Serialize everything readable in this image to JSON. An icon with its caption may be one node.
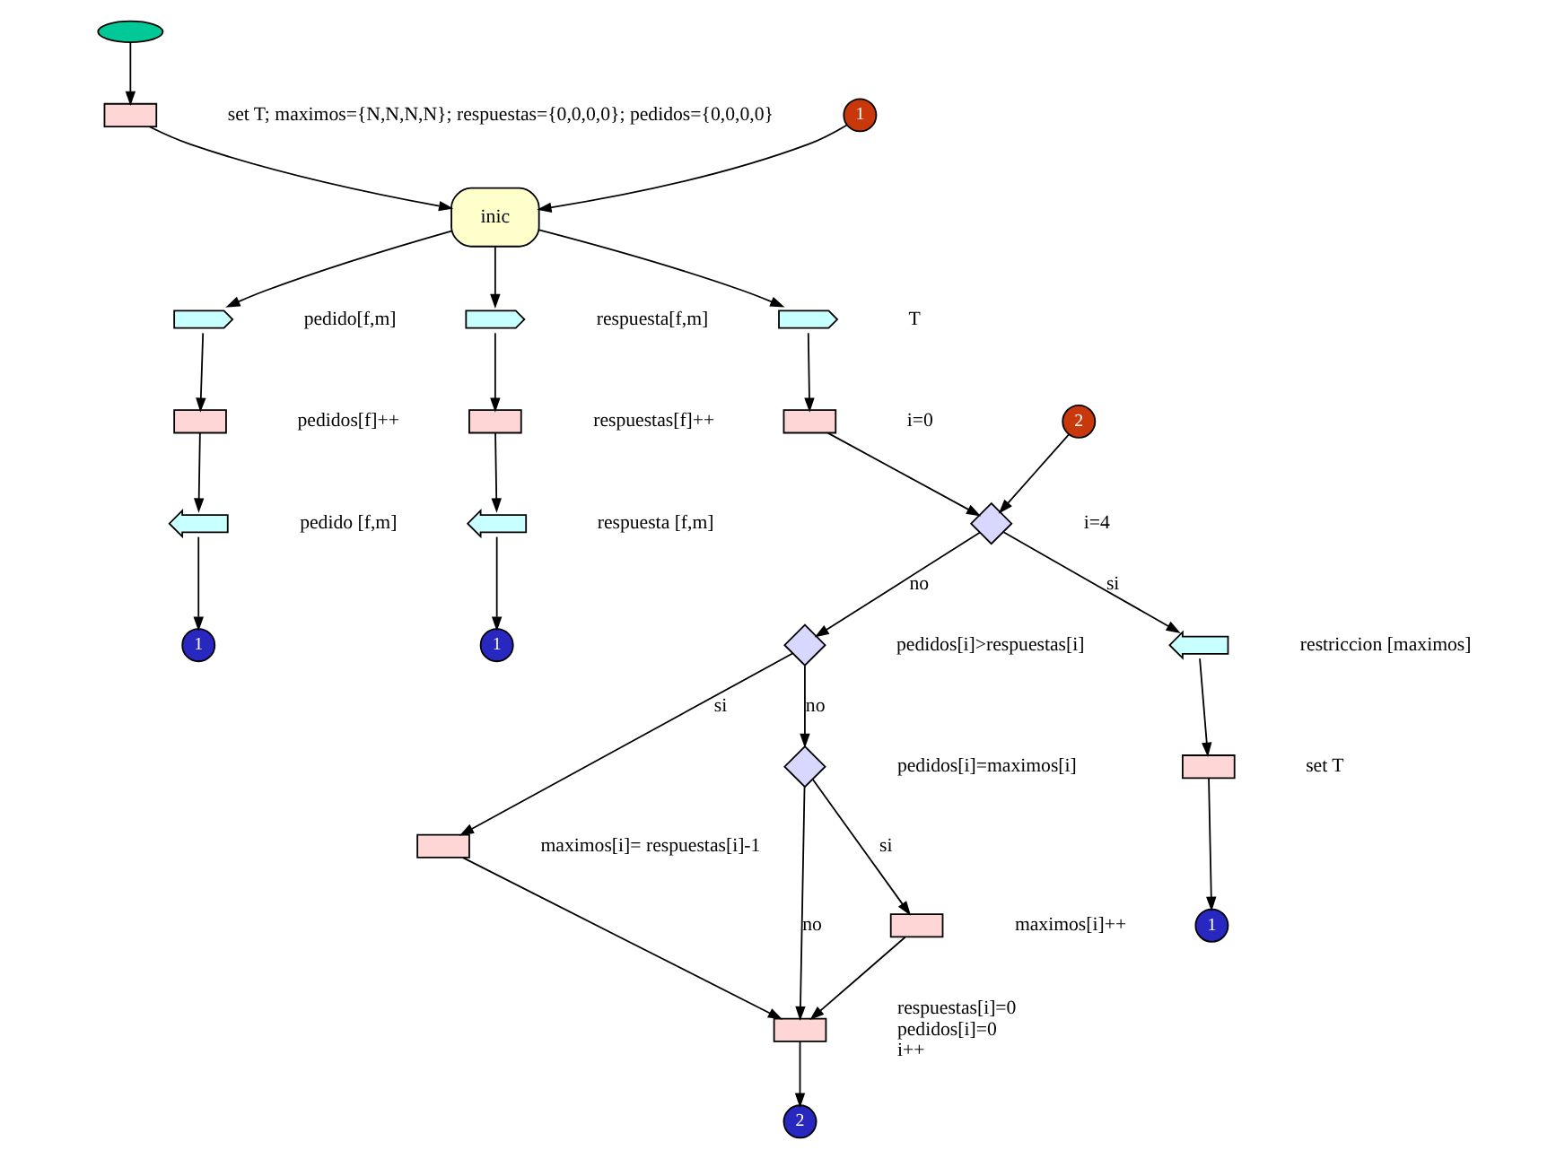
{
  "diagram": {
    "nodes": [
      {
        "text": [],
        "shape": "ellipse"
      },
      {
        "text": [],
        "shape": "box",
        "beside": [
          "set T; maximos={N,N,N,N}; respuestas={0,0,0,0}; pedidos={0,0,0,0}"
        ]
      },
      {
        "text": [
          "1"
        ]
      },
      {
        "text": [
          "inic"
        ]
      },
      {
        "text": [],
        "shape": "flag",
        "beside": [
          "pedido[f,m]"
        ]
      },
      {
        "text": [],
        "shape": "box",
        "beside": [
          "pedidos[f]++"
        ]
      },
      {
        "text": [],
        "shape": "pentagon",
        "beside": [
          "pedido [f,m]"
        ]
      },
      {
        "text": [
          "1"
        ]
      },
      {
        "text": [],
        "shape": "flag",
        "beside": [
          "T"
        ]
      },
      {
        "text": [],
        "shape": "box",
        "beside": [
          "i=0"
        ]
      },
      {
        "text": [
          "2"
        ]
      },
      {
        "text": [],
        "shape": "diamond",
        "beside": [
          "i=4"
        ]
      },
      {
        "text": [],
        "shape": "diamond",
        "beside": [
          "pedidos[i]>respuestas[i]"
        ]
      },
      {
        "text": [],
        "shape": "diamond",
        "beside": [
          "pedidos[i]=maximos[i]"
        ]
      },
      {
        "text": [],
        "shape": "box",
        "beside": [
          "maximos[i]++"
        ]
      },
      {
        "text": [],
        "shape": "box",
        "beside": [
          "maximos[i]= respuestas[i]-1"
        ]
      },
      {
        "text": [],
        "shape": "box",
        "beside": [
          "respuestas[i]=0",
          "pedidos[i]=0",
          "i++"
        ]
      },
      {
        "text": [
          "2"
        ]
      },
      {
        "text": [],
        "shape": "flag",
        "beside": [
          "respuesta[f,m]"
        ]
      },
      {
        "text": [],
        "shape": "box",
        "beside": [
          "respuestas[f]++"
        ]
      },
      {
        "text": [],
        "shape": "pentagon",
        "beside": [
          "respuesta [f,m]"
        ]
      },
      {
        "text": [
          "1"
        ]
      },
      {
        "text": [],
        "shape": "pentagon",
        "beside": [
          "restriccion [maximos]"
        ]
      },
      {
        "text": [],
        "shape": "box",
        "beside": [
          "set T"
        ]
      },
      {
        "text": [
          "1"
        ]
      }
    ],
    "edges": [
      {
        "from": 0,
        "to": 1,
        "arrow": "to"
      },
      {
        "from": 1,
        "to": 3,
        "arrow": "to"
      },
      {
        "from": 2,
        "to": 3,
        "arrow": "to"
      },
      {
        "from": 3,
        "to": 4,
        "arrow": "to"
      },
      {
        "from": 3,
        "to": 8,
        "arrow": "to"
      },
      {
        "from": 3,
        "to": 18,
        "arrow": "to"
      },
      {
        "from": 4,
        "to": 5,
        "arrow": "to"
      },
      {
        "from": 5,
        "to": 6,
        "arrow": "to"
      },
      {
        "from": 6,
        "to": 7,
        "arrow": "to"
      },
      {
        "from": 8,
        "to": 9,
        "arrow": "to"
      },
      {
        "from": 9,
        "to": 11,
        "arrow": "to"
      },
      {
        "from": 10,
        "to": 11,
        "arrow": "to"
      },
      {
        "from": 11,
        "to": 22,
        "arrow": "to",
        "label": "si"
      },
      {
        "from": 11,
        "to": 12,
        "arrow": "to",
        "label": "no"
      },
      {
        "from": 12,
        "to": 13,
        "arrow": "to",
        "label": "no"
      },
      {
        "from": 12,
        "to": 15,
        "arrow": "to",
        "label": "si"
      },
      {
        "from": 13,
        "to": 14,
        "arrow": "to",
        "label": "si"
      },
      {
        "from": 13,
        "to": 16,
        "arrow": "to",
        "label": "no"
      },
      {
        "from": 14,
        "to": 16,
        "arrow": "to"
      },
      {
        "from": 15,
        "to": 16,
        "arrow": "to"
      },
      {
        "from": 16,
        "to": 17,
        "arrow": "to"
      },
      {
        "from": 18,
        "to": 19,
        "arrow": "to"
      },
      {
        "from": 19,
        "to": 20,
        "arrow": "to"
      },
      {
        "from": 20,
        "to": 21,
        "arrow": "to"
      },
      {
        "from": 22,
        "to": 23,
        "arrow": "to"
      },
      {
        "from": 23,
        "to": 24,
        "arrow": "to"
      }
    ]
  }
}
